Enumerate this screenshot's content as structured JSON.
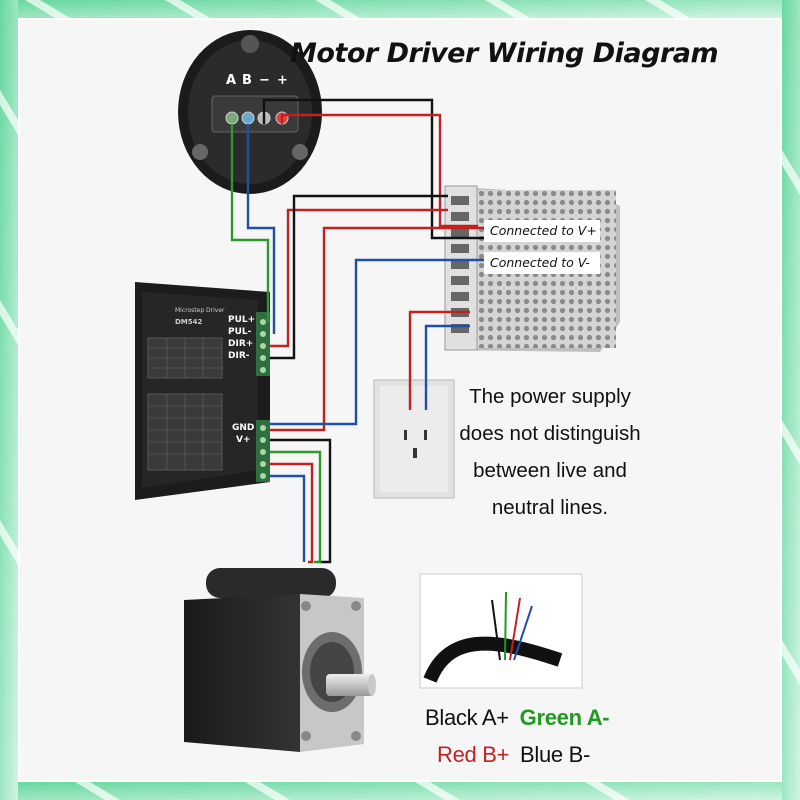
{
  "title": "Motor Driver Wiring Diagram",
  "motor_terminals": [
    "A",
    "B",
    "−",
    "+"
  ],
  "power_supply": {
    "v_plus_label": "Connected to V+",
    "v_minus_label": "Connected to V-"
  },
  "driver": {
    "model": "DM542",
    "name": "Microstep Driver",
    "terminals_top": [
      "PUL+",
      "PUL-",
      "DIR+",
      "DIR-"
    ],
    "terminals_bottom": [
      "GND",
      "V+"
    ]
  },
  "note_lines": [
    "The power supply",
    "does not distinguish",
    "between live and",
    "neutral lines."
  ],
  "legend": {
    "line1": [
      {
        "text": "Black A+",
        "color": "#111111"
      },
      {
        "text": "Green A-",
        "color": "#1f9a1f"
      }
    ],
    "line2": [
      {
        "text": "Red B+",
        "color": "#c42020"
      },
      {
        "text": "Blue B-",
        "color": "#111111"
      }
    ]
  },
  "wire_colors": {
    "black": "#111111",
    "green": "#2a9a2a",
    "red": "#c42020",
    "blue": "#1f4fa8"
  }
}
